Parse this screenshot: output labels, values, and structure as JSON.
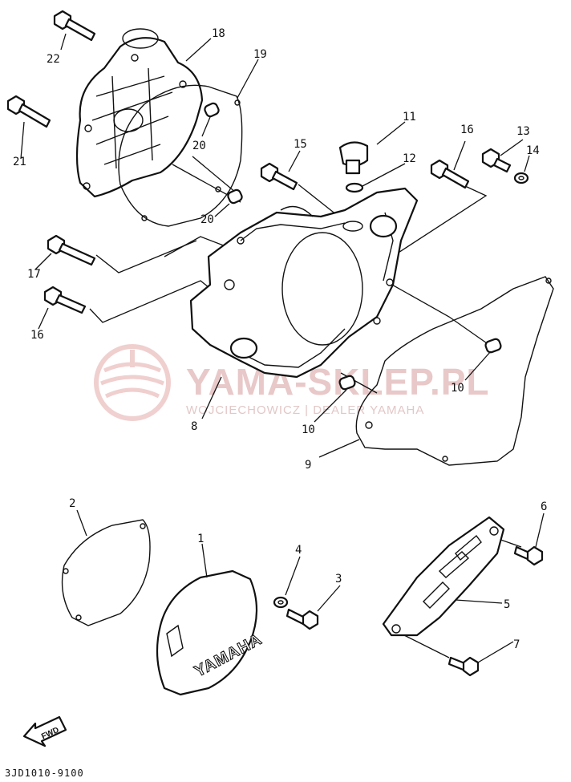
{
  "diagram_code": "3JD1010-9100",
  "fwd_label": "FWD",
  "cover_brand": "YAMAHA",
  "watermark": {
    "brand": "YAMA-SKLEP.PL",
    "tagline": "WOJCIECHOWICZ | DEALER YAMAHA"
  },
  "callouts": {
    "c1": "1",
    "c2": "2",
    "c3": "3",
    "c4": "4",
    "c5": "5",
    "c6": "6",
    "c7": "7",
    "c8": "8",
    "c9": "9",
    "c10a": "10",
    "c10b": "10",
    "c11": "11",
    "c12": "12",
    "c13": "13",
    "c14": "14",
    "c15": "15",
    "c16a": "16",
    "c16b": "16",
    "c17": "17",
    "c18": "18",
    "c19": "19",
    "c20a": "20",
    "c20b": "20",
    "c21": "21",
    "c22": "22"
  }
}
